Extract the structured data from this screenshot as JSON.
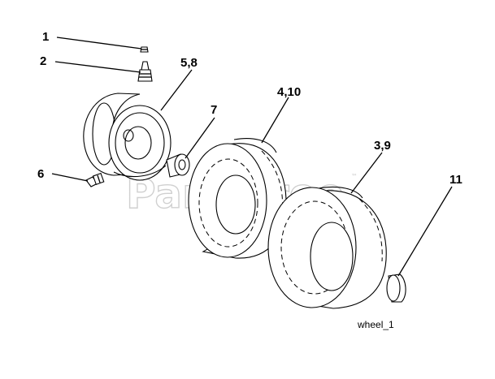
{
  "callouts": {
    "p1": "1",
    "p2": "2",
    "p58": "5,8",
    "p6": "6",
    "p7": "7",
    "p410": "4,10",
    "p39": "3,9",
    "p11": "11"
  },
  "caption": "wheel_1",
  "watermark": "PartsTree",
  "watermark_tm": "™"
}
